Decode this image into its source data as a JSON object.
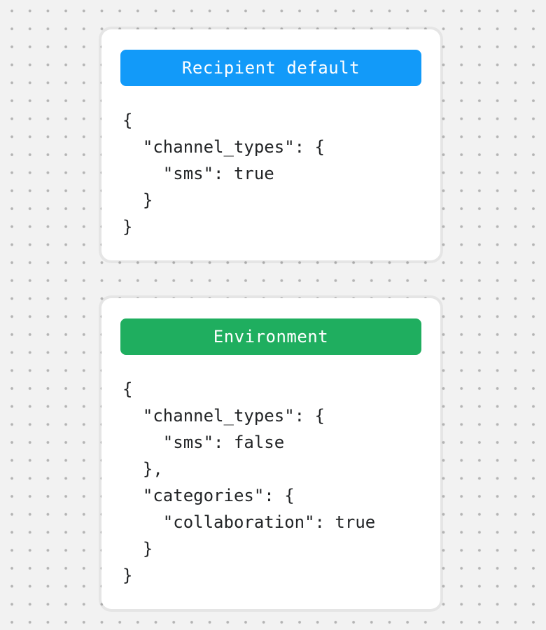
{
  "background": {
    "color": "#f2f2f2",
    "dot_color": "#b4b4b4"
  },
  "cards": [
    {
      "title": "Recipient default",
      "accent_color": "#129af9",
      "code": "{\n  \"channel_types\": {\n    \"sms\": true\n  }\n}"
    },
    {
      "title": "Environment",
      "accent_color": "#1fae5f",
      "code": "{\n  \"channel_types\": {\n    \"sms\": false\n  },\n  \"categories\": {\n    \"collaboration\": true\n  }\n}"
    }
  ]
}
